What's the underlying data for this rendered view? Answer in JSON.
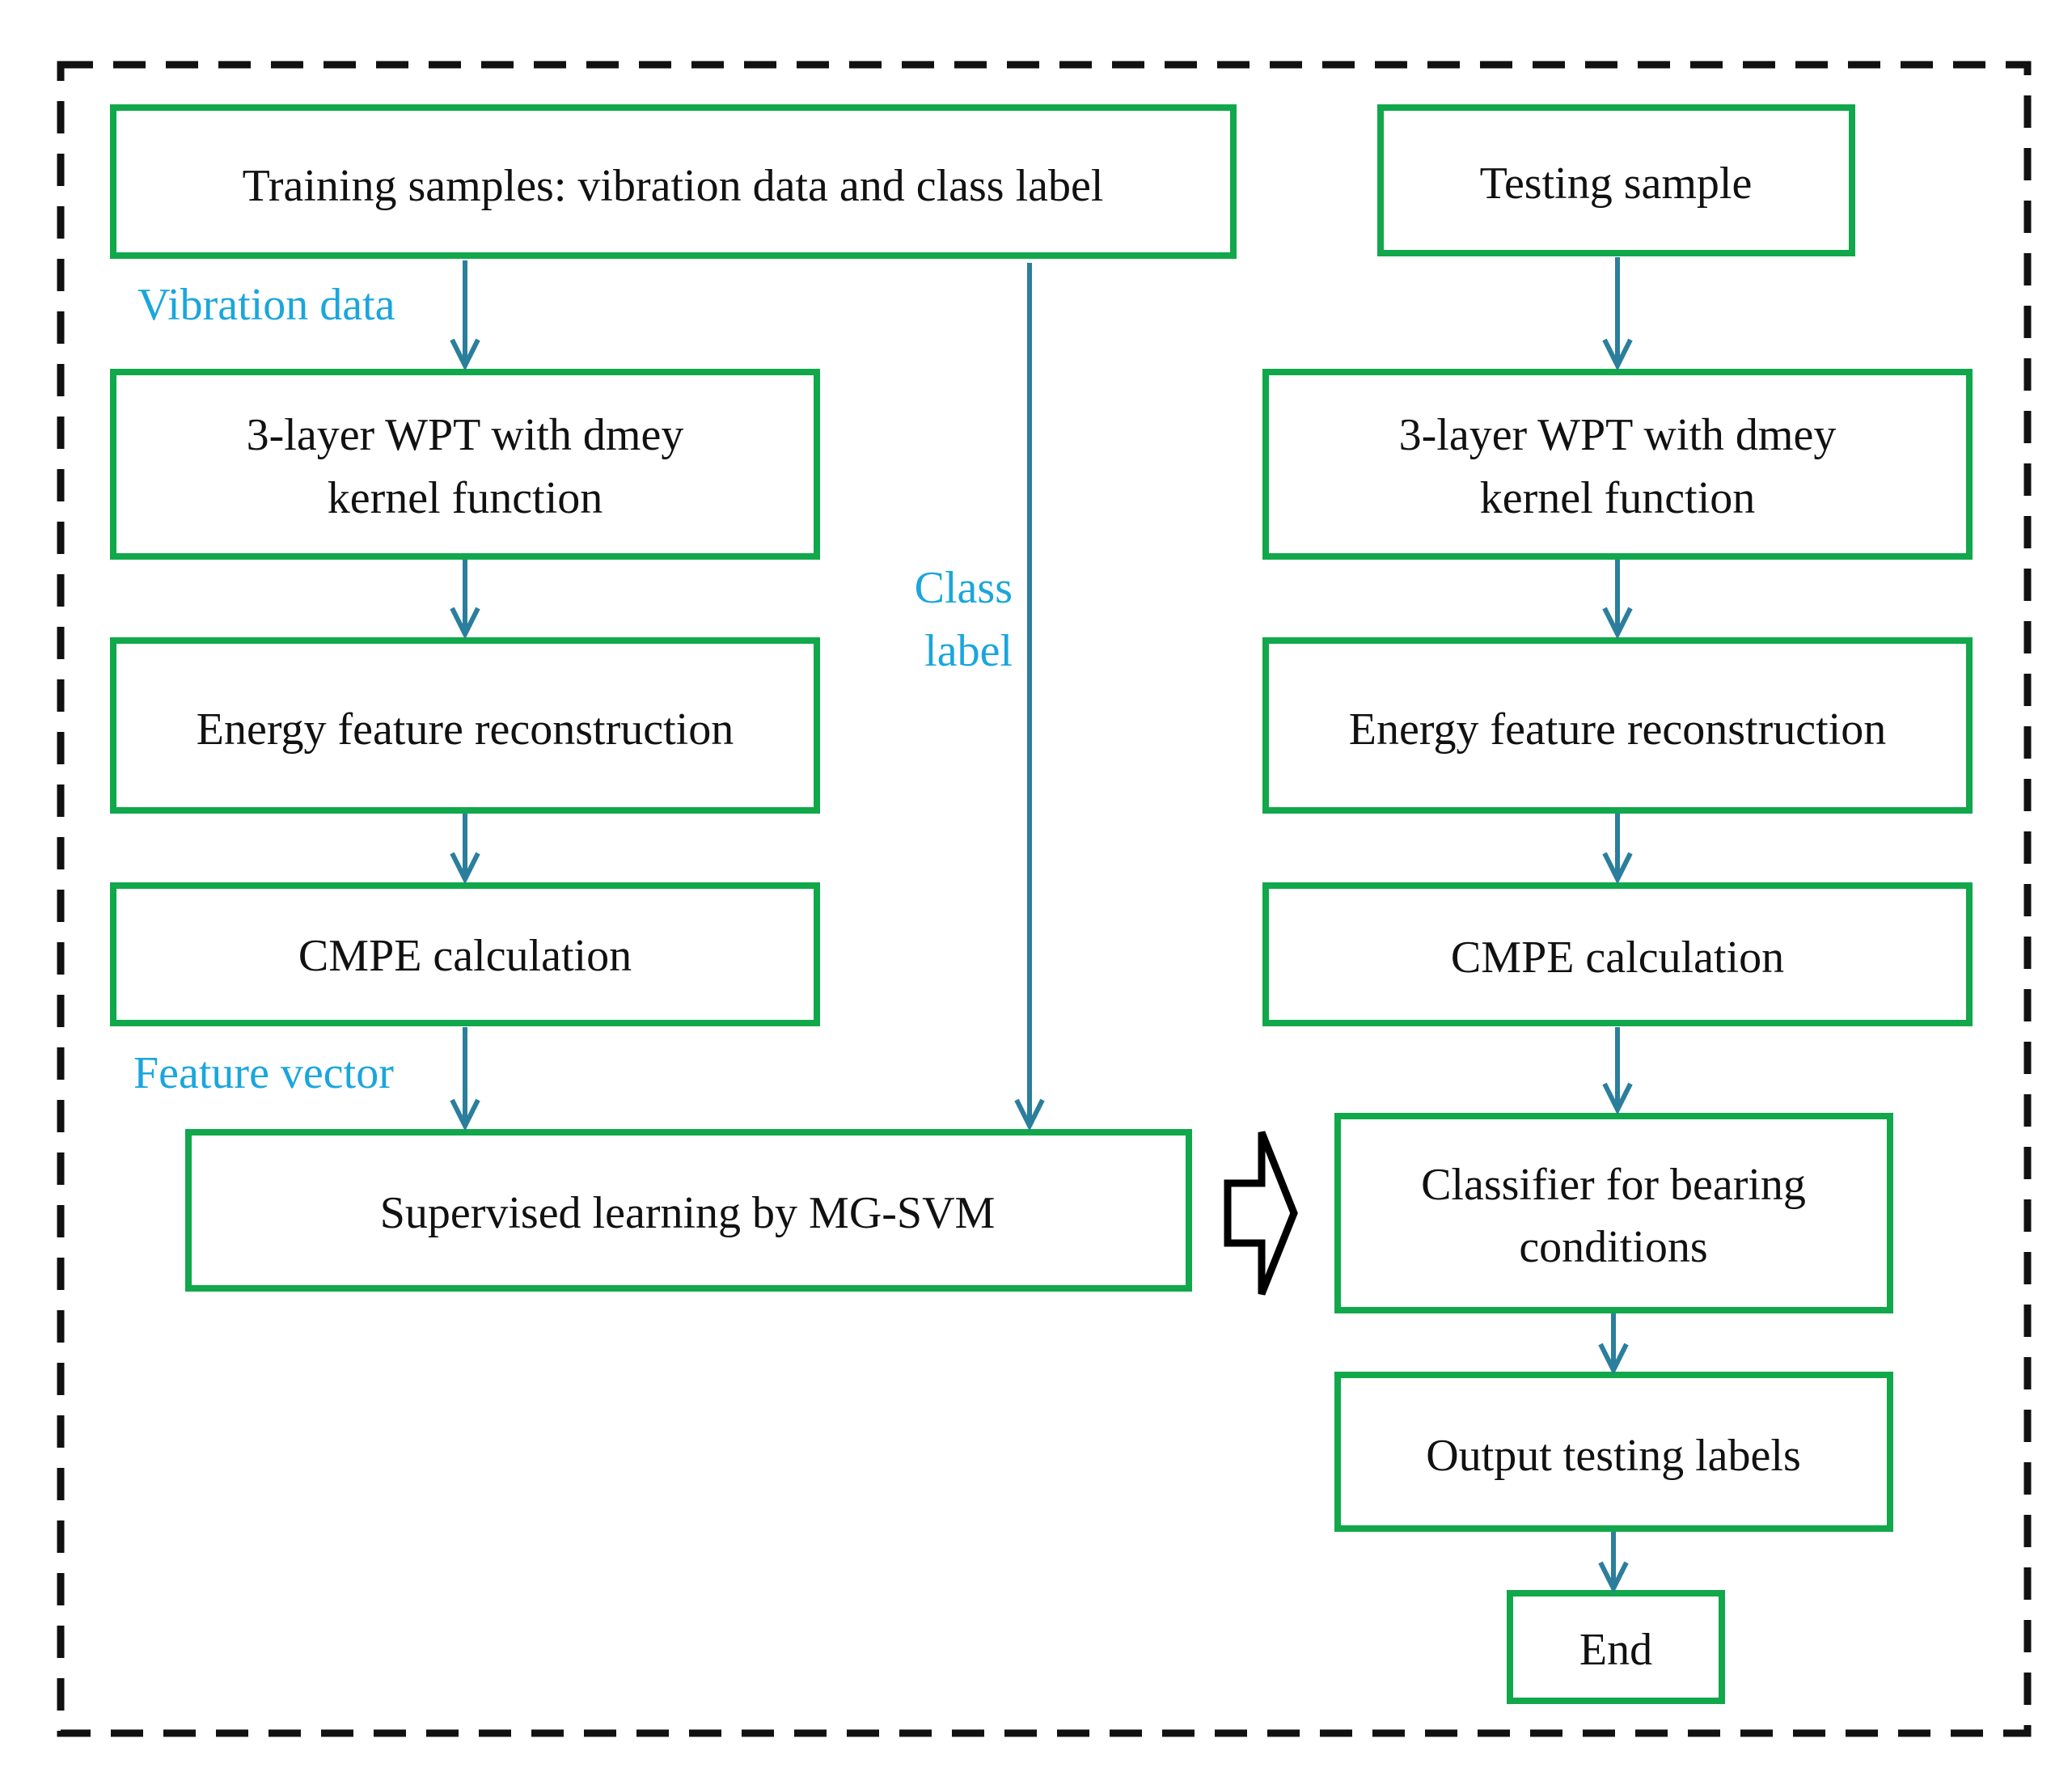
{
  "colors": {
    "box_border": "#10a84a",
    "arrow": "#2b7f9c",
    "edge_label": "#1aa6dd",
    "frame": "#111111"
  },
  "nodes": {
    "training_samples": "Training samples: vibration data and class label",
    "testing_sample": "Testing sample",
    "train_wpt": [
      "3-layer WPT with dmey",
      "kernel function"
    ],
    "test_wpt": [
      "3-layer WPT with dmey",
      "kernel function"
    ],
    "train_energy": "Energy  feature reconstruction",
    "test_energy": "Energy  feature reconstruction",
    "train_cmpe": "CMPE calculation",
    "test_cmpe": "CMPE calculation",
    "supervised_learning": "Supervised learning by MG-SVM",
    "classifier": [
      "Classifier for bearing",
      "conditions"
    ],
    "output_labels": "Output testing labels",
    "end": "End"
  },
  "edge_labels": {
    "vibration_data": "Vibration data",
    "class_label": [
      "Class",
      "label"
    ],
    "feature_vector": "Feature vector"
  }
}
